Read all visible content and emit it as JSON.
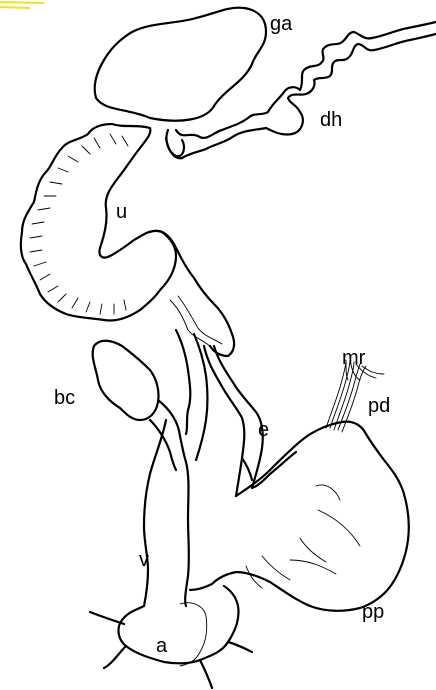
{
  "figure": {
    "labels": {
      "ga": "ga",
      "dh": "dh",
      "u": "u",
      "bc": "bc",
      "e": "e",
      "mr": "mr",
      "pd": "pd",
      "v": "v",
      "pp": "pp",
      "a": "a"
    },
    "colors": {
      "line": "#000000",
      "background": "#ffffff",
      "corner_mark": "#f5e11a"
    }
  }
}
